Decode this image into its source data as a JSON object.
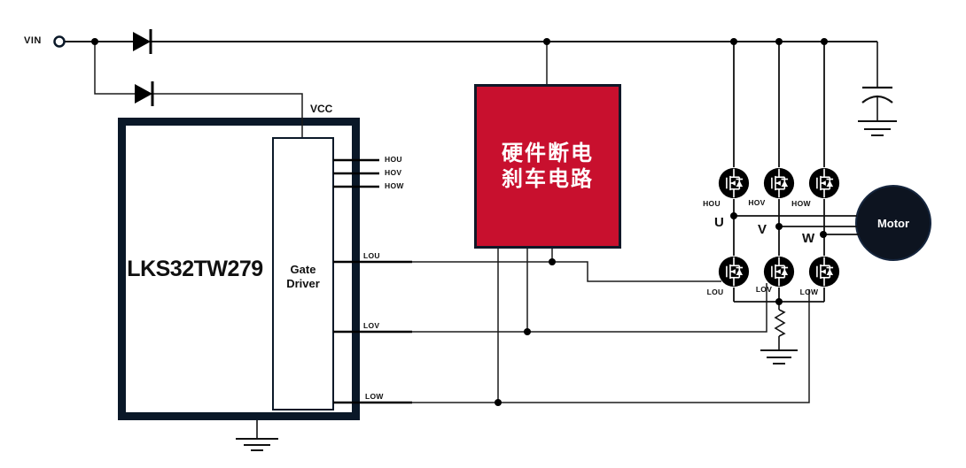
{
  "colors": {
    "brake_box_red": "#C8102E",
    "box_border_navy": "#0A1828",
    "wire_black": "#1B1B1B"
  },
  "power": {
    "vin_label": "VIN",
    "vcc_label": "VCC"
  },
  "mcu": {
    "name": "LKS32TW279",
    "gate_driver_line1": "Gate",
    "gate_driver_line2": "Driver"
  },
  "driver_pins": {
    "high": [
      "HOU",
      "HOV",
      "HOW"
    ],
    "low": [
      "LOU",
      "LOV",
      "LOW"
    ]
  },
  "brake_box": {
    "line1": "硬件断电",
    "line2": "刹车电路"
  },
  "bridge": {
    "high_labels": [
      "HOU",
      "HOV",
      "HOW"
    ],
    "low_labels": [
      "LOU",
      "LOV",
      "LOW"
    ],
    "phase_labels": [
      "U",
      "V",
      "W"
    ]
  },
  "motor": {
    "label": "Motor"
  }
}
